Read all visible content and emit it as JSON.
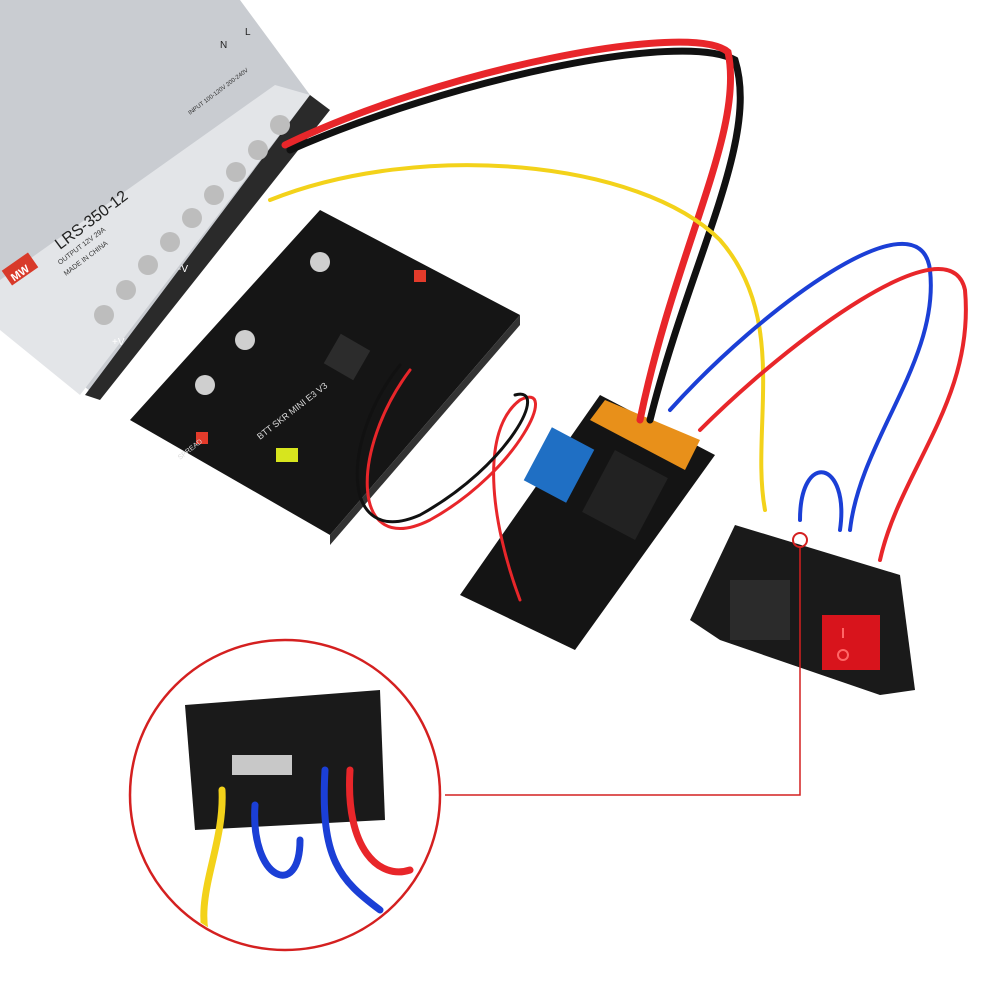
{
  "power_supply": {
    "model": "LRS-350-12",
    "brand_logo": "MW",
    "output_label": "OUTPUT 12V 29A",
    "made_in": "MADE IN CHINA",
    "input_label": "INPUT 100-120V 200-240V",
    "terminals": [
      "L",
      "N",
      "+V",
      "-V"
    ]
  },
  "mainboard": {
    "silk_label": "BTT SKR MINI E3 V3",
    "jumper_label": "SPREAD"
  },
  "relay_module": {
    "relay_color": "#1f6fc4",
    "cover_color": "#e8901a"
  },
  "wires": {
    "red": "#e8262a",
    "black": "#111111",
    "yellow": "#f3d21a",
    "blue": "#1b3fd6"
  },
  "callout": {
    "line_color": "#d42020"
  },
  "switch": {
    "rocker_color": "#d8141c"
  }
}
